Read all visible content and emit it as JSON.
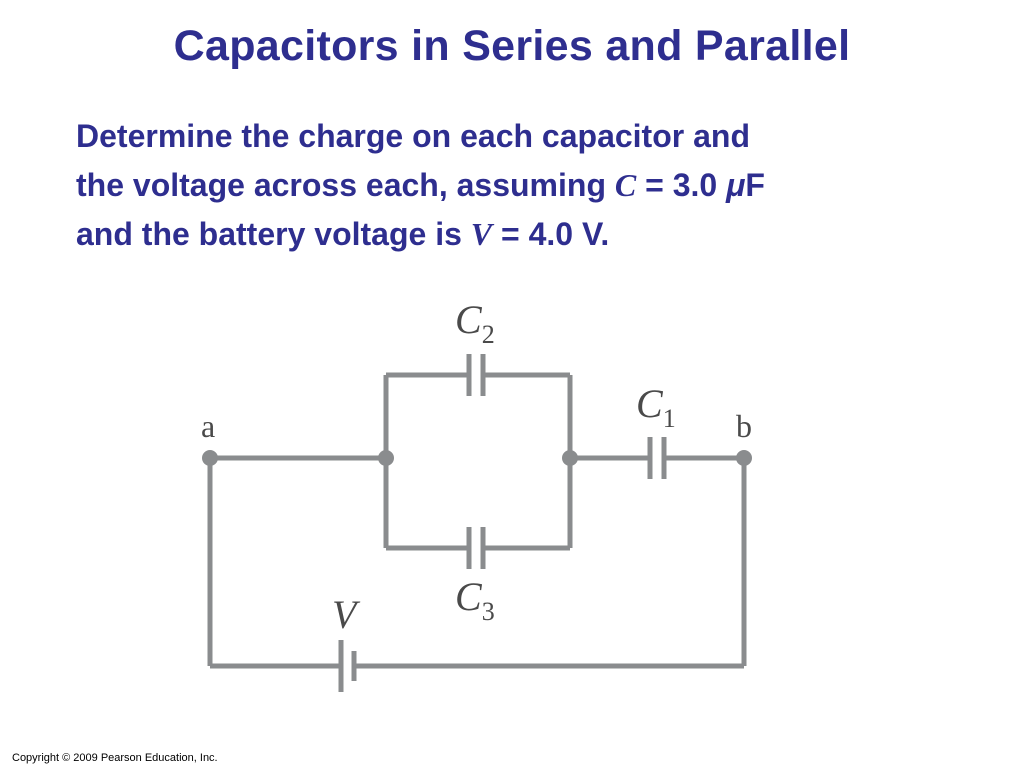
{
  "slide": {
    "title": "Capacitors in Series and Parallel",
    "problem": {
      "line1": "Determine the charge on each capacitor and",
      "line2_pre": "the voltage across each, assuming ",
      "line2_var": "C",
      "line2_mid": " = 3.0 ",
      "line2_mu": "μ",
      "line2_unit": "F",
      "line3_pre": "and the battery voltage is ",
      "line3_var": "V",
      "line3_post": " = 4.0 V."
    },
    "copyright": "Copyright © 2009 Pearson Education, Inc."
  },
  "colors": {
    "title": "#2e2e8f",
    "wire": "#8a8c8e",
    "label": "#4a4a4a"
  },
  "diagram": {
    "node_a": "a",
    "node_b": "b",
    "c1": {
      "letter": "C",
      "sub": "1"
    },
    "c2": {
      "letter": "C",
      "sub": "2"
    },
    "c3": {
      "letter": "C",
      "sub": "3"
    },
    "battery": "V"
  }
}
